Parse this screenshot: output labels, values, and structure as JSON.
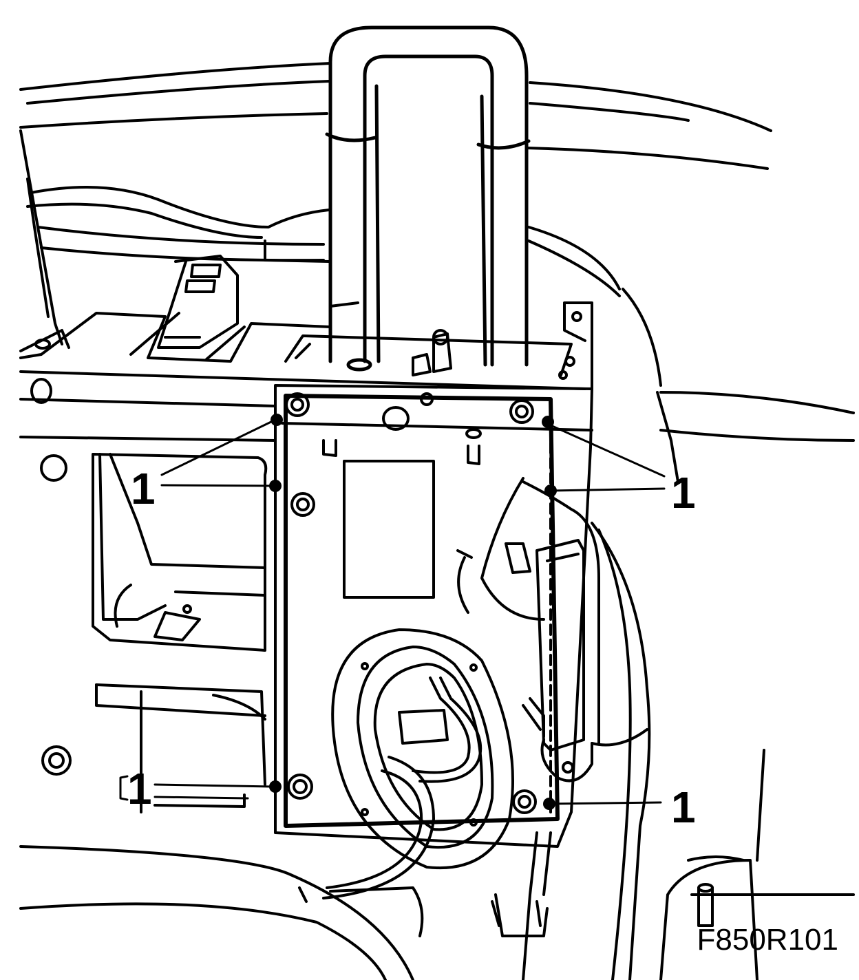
{
  "figure": {
    "code": "F850R101",
    "callouts": [
      {
        "label": "1"
      },
      {
        "label": "1"
      },
      {
        "label": "1"
      },
      {
        "label": "1"
      }
    ],
    "colors": {
      "ink": "#000000",
      "paper": "#ffffff"
    }
  }
}
